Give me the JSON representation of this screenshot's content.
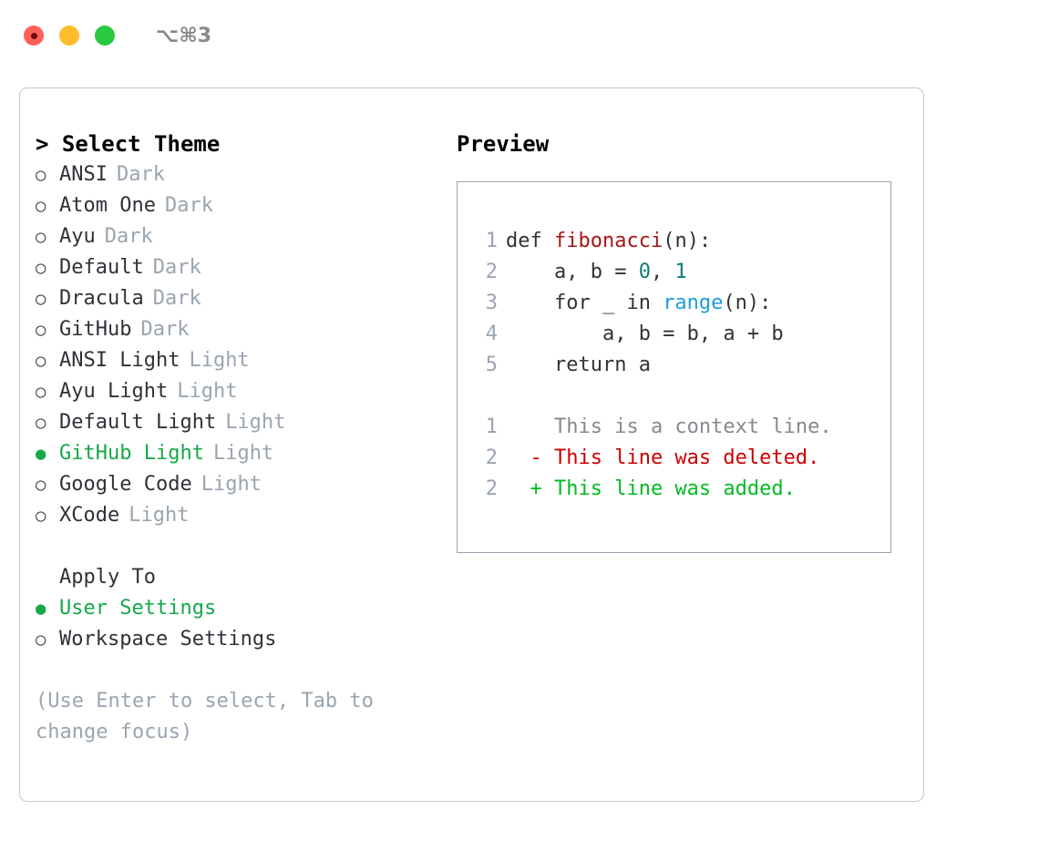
{
  "titlebar": {
    "shortcut": "⌥⌘3",
    "buttons": [
      {
        "name": "close",
        "color": "#ff6058"
      },
      {
        "name": "minimize",
        "color": "#ffbd2e"
      },
      {
        "name": "zoom",
        "color": "#28c840"
      }
    ]
  },
  "theme_picker": {
    "prompt": "> ",
    "title": "> Select Theme",
    "selected_marker": "●",
    "unselected_marker": "○",
    "selected_color": "#17a84a",
    "items": [
      {
        "marker": "○",
        "label": "ANSI",
        "tag": "Dark",
        "selected": false
      },
      {
        "marker": "○",
        "label": "Atom One",
        "tag": "Dark",
        "selected": false
      },
      {
        "marker": "○",
        "label": "Ayu",
        "tag": "Dark",
        "selected": false
      },
      {
        "marker": "○",
        "label": "Default",
        "tag": "Dark",
        "selected": false
      },
      {
        "marker": "○",
        "label": "Dracula",
        "tag": "Dark",
        "selected": false
      },
      {
        "marker": "○",
        "label": "GitHub",
        "tag": "Dark",
        "selected": false
      },
      {
        "marker": "○",
        "label": "ANSI Light",
        "tag": "Light",
        "selected": false
      },
      {
        "marker": "○",
        "label": "Ayu Light",
        "tag": "Light",
        "selected": false
      },
      {
        "marker": "○",
        "label": "Default Light",
        "tag": "Light",
        "selected": false
      },
      {
        "marker": "●",
        "label": "GitHub Light",
        "tag": "Light",
        "selected": true
      },
      {
        "marker": "○",
        "label": "Google Code",
        "tag": "Light",
        "selected": false
      },
      {
        "marker": "○",
        "label": "XCode",
        "tag": "Light",
        "selected": false
      }
    ]
  },
  "apply_to": {
    "title": "Apply To",
    "items": [
      {
        "marker": "●",
        "label": "User Settings",
        "selected": true
      },
      {
        "marker": "○",
        "label": "Workspace Settings",
        "selected": false
      }
    ]
  },
  "hint": {
    "line1": "(Use Enter to select, Tab to",
    "line2": "change focus)"
  },
  "preview": {
    "title": "Preview",
    "code_lines": [
      {
        "num": "1",
        "tokens": [
          {
            "t": "def ",
            "c": "plain"
          },
          {
            "t": "fibonacci",
            "c": "fn"
          },
          {
            "t": "(n):",
            "c": "plain"
          }
        ]
      },
      {
        "num": "2",
        "tokens": [
          {
            "t": "    a, b = ",
            "c": "plain"
          },
          {
            "t": "0",
            "c": "num"
          },
          {
            "t": ", ",
            "c": "plain"
          },
          {
            "t": "1",
            "c": "num"
          }
        ]
      },
      {
        "num": "3",
        "tokens": [
          {
            "t": "    for _ in ",
            "c": "plain"
          },
          {
            "t": "range",
            "c": "bi"
          },
          {
            "t": "(n):",
            "c": "plain"
          }
        ]
      },
      {
        "num": "4",
        "tokens": [
          {
            "t": "        a, b = b, a + b",
            "c": "plain"
          }
        ]
      },
      {
        "num": "5",
        "tokens": [
          {
            "t": "    return a",
            "c": "plain"
          }
        ]
      }
    ],
    "diff_lines": [
      {
        "num": "1",
        "sign": " ",
        "text": "This is a context line.",
        "kind": "ctx"
      },
      {
        "num": "2",
        "sign": "-",
        "text": "This line was deleted.",
        "kind": "del"
      },
      {
        "num": "2",
        "sign": "+",
        "text": "This line was added.",
        "kind": "add"
      }
    ]
  },
  "colors": {
    "accent_green": "#17a84a",
    "muted": "#9aa5b1",
    "code_fn": "#a81515",
    "code_num": "#0e7c7b",
    "code_builtin": "#1b9fd8",
    "diff_delete": "#cc0000",
    "diff_add": "#00bb22",
    "panel_border": "#c2c8d0",
    "preview_border": "#99a3b3"
  }
}
